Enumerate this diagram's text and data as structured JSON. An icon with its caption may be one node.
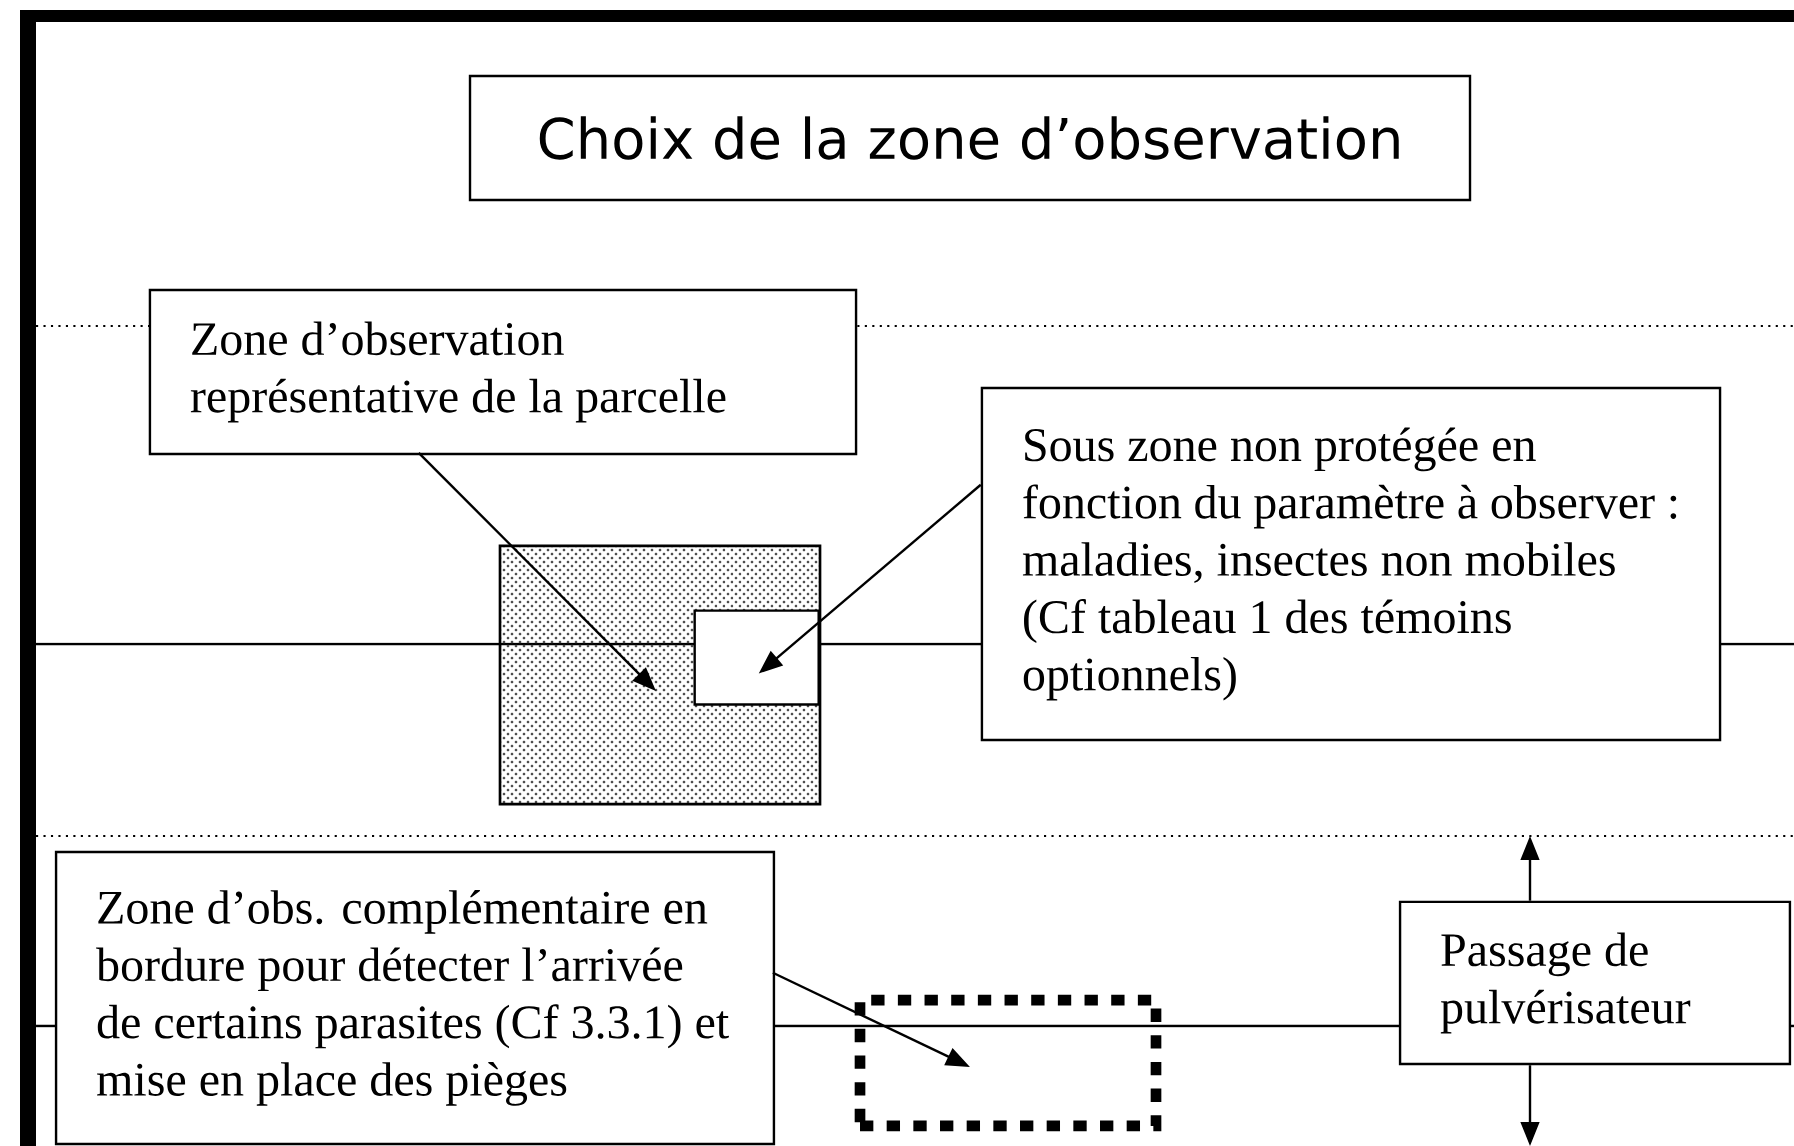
{
  "diagram": {
    "nodes": [
      {
        "text": [
          "Choix de la zone d’observation"
        ]
      },
      {
        "text": [
          "Zone d’observation représentative de la parcelle"
        ]
      },
      {
        "text": [],
        "shape": "box"
      },
      {
        "text": [],
        "shape": "box",
        "in": 2
      },
      {
        "text": [
          "Sous zone non protégée en fonction du paramètre à observer : maladies, insectes non mobiles (Cf tableau 1 des témoins optionnels)"
        ]
      },
      {
        "text": [
          "Zone d’obs. complémentaire en bordure pour détecter l’arrivée de certains parasites (Cf 3.3.1) et mise en place des pièges"
        ]
      },
      {
        "text": [],
        "shape": "box"
      },
      {
        "text": [
          "Passage de pulvérisateur"
        ]
      }
    ],
    "edges": [
      {
        "from": 1,
        "to": 2,
        "arrow": "to"
      },
      {
        "from": 4,
        "to": 3,
        "arrow": "to"
      },
      {
        "from": 5,
        "to": 6,
        "arrow": "to"
      },
      {
        "from": 7,
        "to": null,
        "arrow": "to"
      },
      {
        "from": 7,
        "to": null,
        "arrow": "to"
      }
    ]
  }
}
